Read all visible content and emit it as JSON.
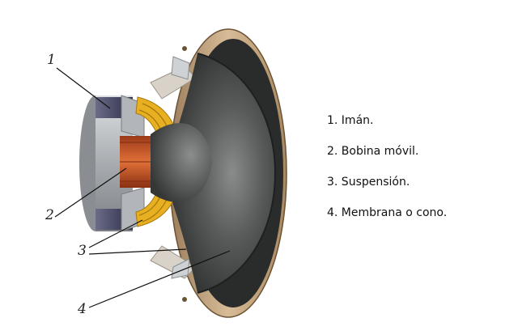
{
  "callouts": {
    "magnet": "1",
    "coil": "2",
    "suspension": "3",
    "cone": "4"
  },
  "legend": [
    {
      "label": "1. Imán."
    },
    {
      "label": "2. Bobina móvil."
    },
    {
      "label": "3. Suspensión."
    },
    {
      "label": "4. Membrana o cono."
    }
  ],
  "colors": {
    "frame_rim": "#c8a884",
    "cone": "#4a4c4c",
    "magnet": "#3c3c58",
    "spider": "#e8b020",
    "coil": "#c05020",
    "metal": "#b8bcc0"
  }
}
